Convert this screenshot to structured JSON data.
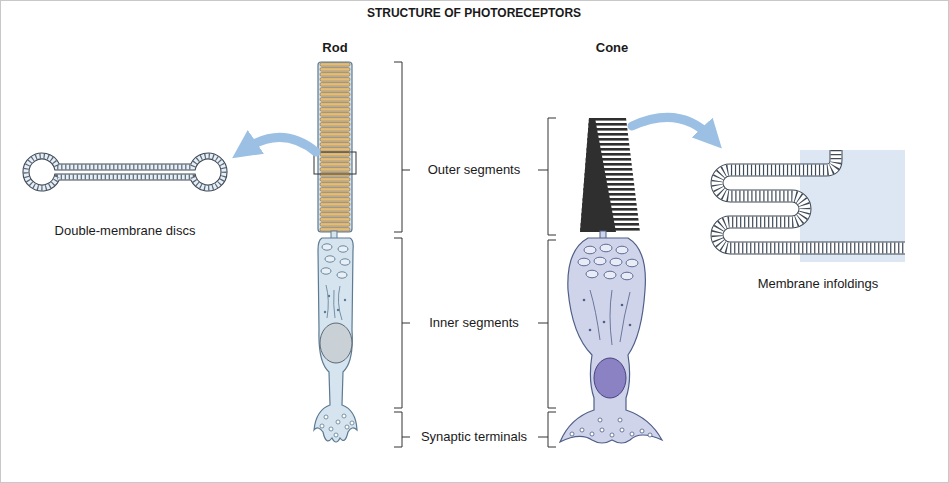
{
  "diagram": {
    "title": "STRUCTURE OF PHOTORECEPTORS",
    "labels": [
      "Rod",
      "Cone",
      "Double-membrane discs",
      "Outer segments",
      "Membrane infoldings",
      "Inner segments",
      "Synaptic terminals"
    ]
  }
}
